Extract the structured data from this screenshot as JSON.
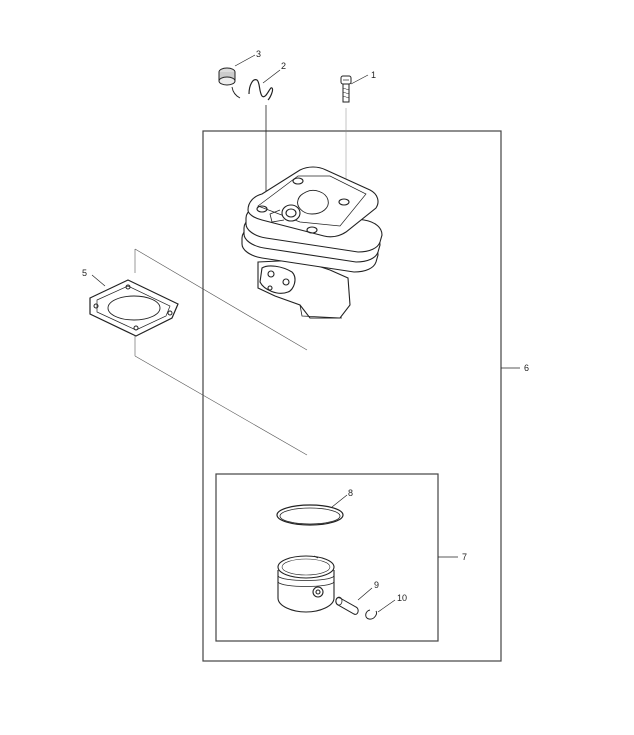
{
  "callouts": {
    "c1": "1",
    "c2": "2",
    "c3": "3",
    "c5": "5",
    "c6": "6",
    "c7": "7",
    "c8": "8",
    "c9": "9",
    "c10": "10"
  },
  "colors": {
    "line": "#222222",
    "frame": "#444444",
    "fill": "#ffffff"
  },
  "icons": [
    "screw-icon",
    "spring-clip-icon",
    "rubber-plug-icon",
    "gasket-icon",
    "cylinder-icon",
    "piston-ring-icon",
    "piston-icon",
    "piston-pin-icon",
    "circlip-icon"
  ]
}
